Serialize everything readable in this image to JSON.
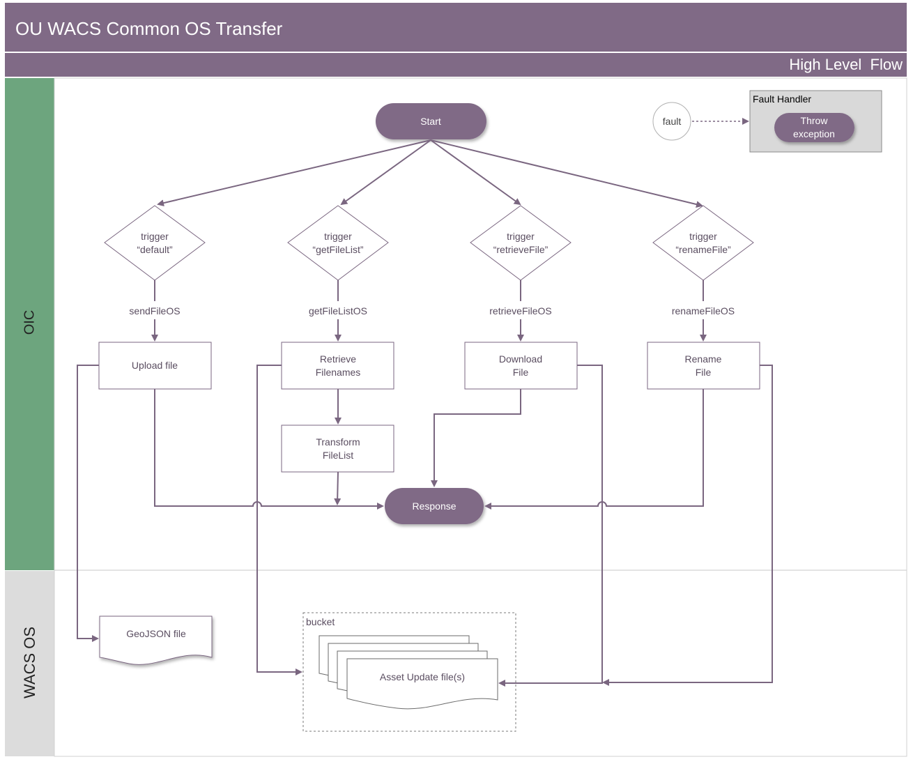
{
  "header": {
    "title": "OU WACS Common OS Transfer",
    "subtitle": "High Level  Flow"
  },
  "lanes": {
    "oic": "OIC",
    "wacs": "WACS OS"
  },
  "nodes": {
    "start": "Start",
    "response": "Response",
    "fault": "fault",
    "fault_handler_title": "Fault Handler",
    "throw_line1": "Throw",
    "throw_line2": "exception",
    "trigger_word": "trigger",
    "trigger_default": "“default”",
    "trigger_getfilelist": "“getFileList”",
    "trigger_retrievefile": "“retrieveFile”",
    "trigger_renamefile": "“renameFile”",
    "op_send": "sendFileOS",
    "op_getlist": "getFileListOS",
    "op_retrieve": "retrieveFileOS",
    "op_rename": "renameFileOS",
    "upload_file": "Upload file",
    "retrieve_line1": "Retrieve",
    "retrieve_line2": "Filenames",
    "transform_line1": "Transform",
    "transform_line2": "FileList",
    "download_line1": "Download",
    "download_line2": "File",
    "rename_line1": "Rename",
    "rename_line2": "File",
    "geojson_file": "GeoJSON file",
    "bucket_label": "bucket",
    "asset_files": "Asset Update file(s)"
  },
  "colors": {
    "brand": "#806a86",
    "oic_lane": "#6da57e",
    "wacs_lane": "#dcdcdc",
    "connector": "#7a6680"
  }
}
